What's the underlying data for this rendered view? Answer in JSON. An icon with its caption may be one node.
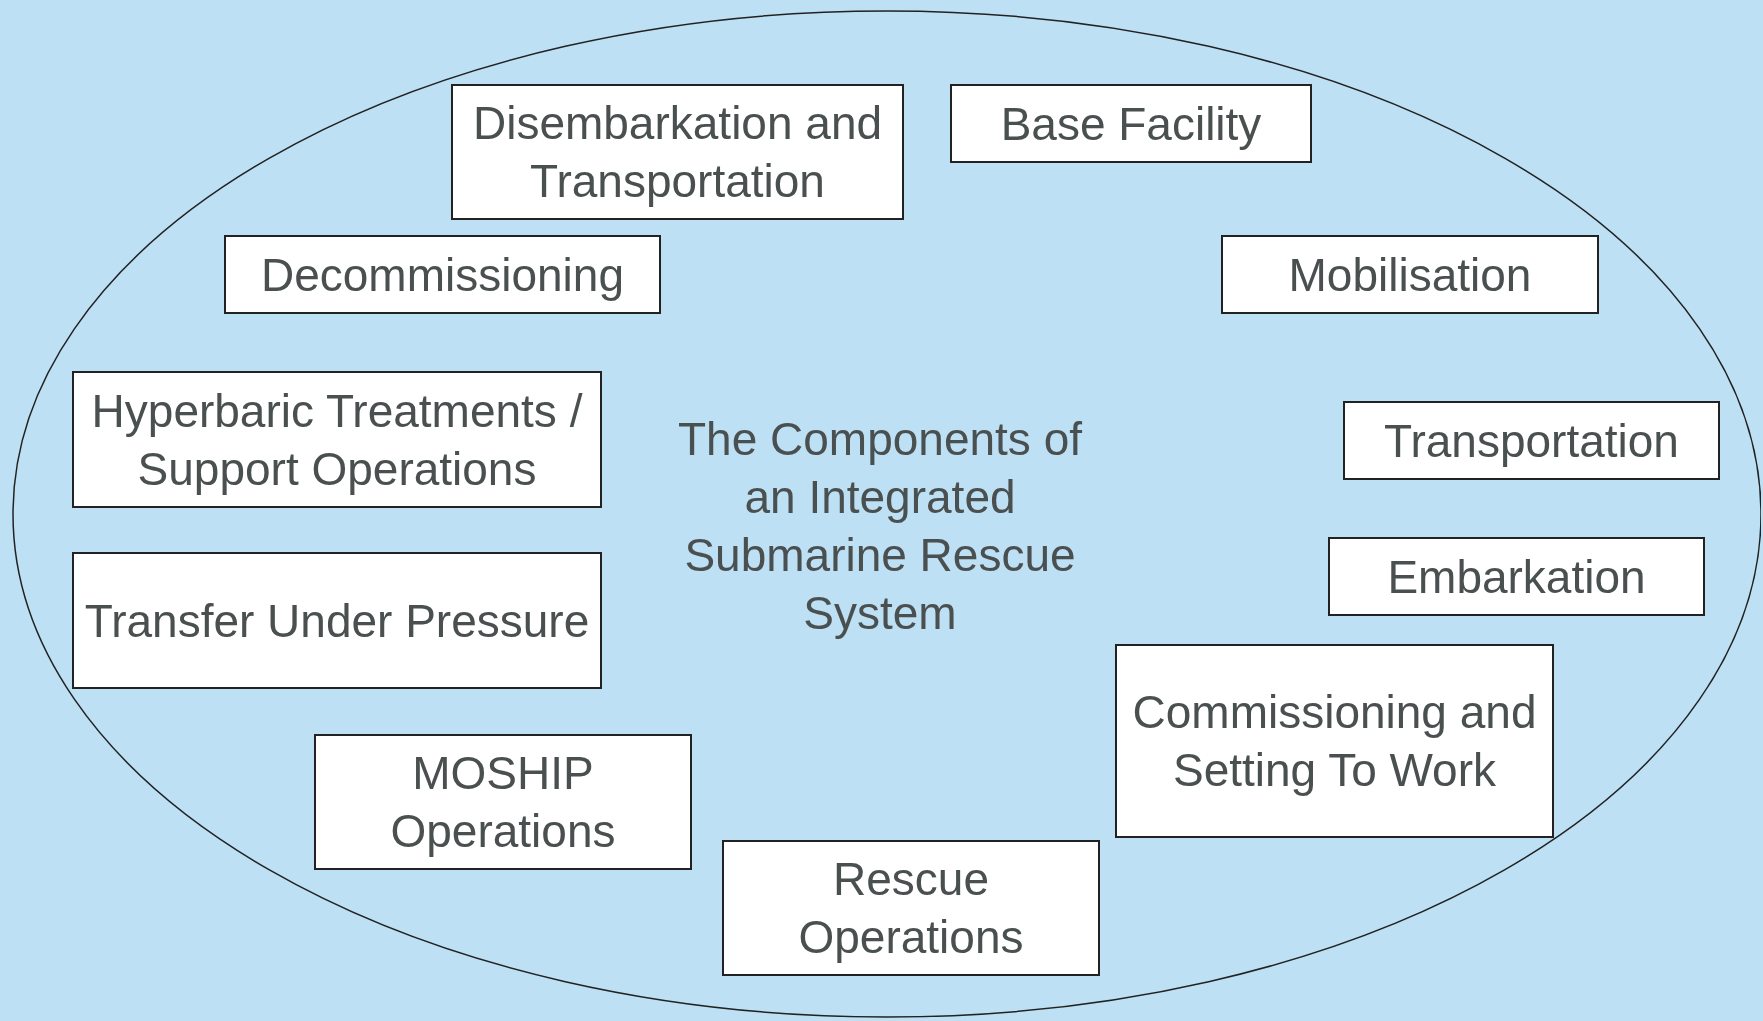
{
  "diagram": {
    "nodes": [
      {
        "text": [
          "The Components of an Integrated Submarine Rescue System"
        ]
      },
      {
        "text": [
          "Disembarkation and Transportation"
        ],
        "in": 0
      },
      {
        "text": [
          "Base Facility"
        ],
        "in": 0
      },
      {
        "text": [
          "Decommissioning"
        ],
        "in": 0
      },
      {
        "text": [
          "Mobilisation"
        ],
        "in": 0
      },
      {
        "text": [
          "Hyperbaric Treatments / Support Operations"
        ],
        "in": 0
      },
      {
        "text": [
          "Transportation"
        ],
        "in": 0
      },
      {
        "text": [
          "Transfer Under Pressure"
        ],
        "in": 0
      },
      {
        "text": [
          "Embarkation"
        ],
        "in": 0
      },
      {
        "text": [
          "Commissioning and Setting To Work"
        ],
        "in": 0
      },
      {
        "text": [
          "MOSHIP Operations"
        ],
        "in": 0
      },
      {
        "text": [
          "Rescue Operations"
        ],
        "in": 0
      }
    ]
  }
}
